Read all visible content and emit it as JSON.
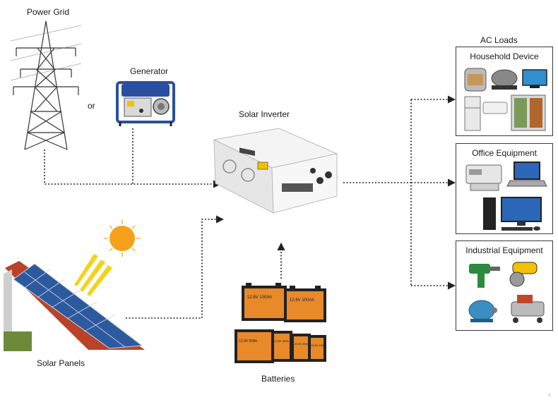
{
  "labels": {
    "power_grid": "Power Grid",
    "generator": "Generator",
    "or": "or",
    "solar_inverter": "Solar Inverter",
    "solar_panels": "Solar Panels",
    "batteries": "Batteries",
    "ac_loads": "AC Loads"
  },
  "boxes": {
    "household": "Household Device",
    "office": "Office Equipment",
    "industrial": "Industrial Equipment"
  },
  "batteries": {
    "large_label": "12.8V 100Ah",
    "small_labels": [
      "12.8V 50Ah",
      "12.8V 30Ah",
      "12.8V 20Ah",
      "12.8V 10Ah"
    ]
  },
  "colors": {
    "battery_orange": "#e8892a",
    "battery_black": "#222222",
    "panel_blue": "#2d5a9e",
    "roof_red": "#b8432a",
    "generator_blue": "#2a4fa0",
    "sun_orange": "#f7a11a",
    "arrow": "#222222"
  },
  "corner_mark": "©"
}
